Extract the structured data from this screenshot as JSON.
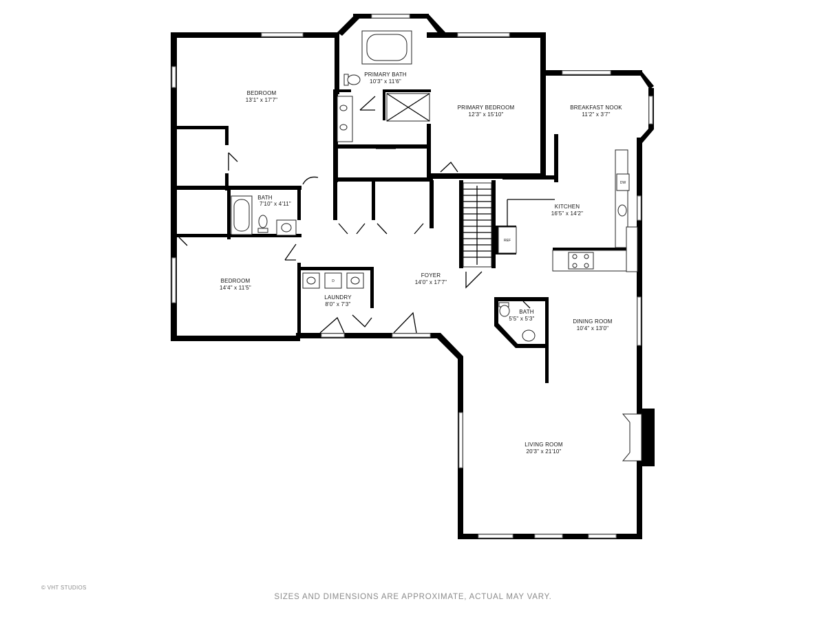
{
  "rooms": {
    "bedroom_1": {
      "name": "BEDROOM",
      "dims": "13'1\" x 17'7\""
    },
    "primary_bath": {
      "name": "PRIMARY BATH",
      "dims": "10'3\" x 11'6\""
    },
    "primary_bedroom": {
      "name": "PRIMARY BEDROOM",
      "dims": "12'3\" x 15'10\""
    },
    "breakfast_nook": {
      "name": "BREAKFAST NOOK",
      "dims": "11'2\" x 3'7\""
    },
    "bath_2": {
      "name": "BATH",
      "dims": "7'10\" x 4'11\""
    },
    "kitchen": {
      "name": "KITCHEN",
      "dims": "16'5\" x 14'2\""
    },
    "bedroom_2": {
      "name": "BEDROOM",
      "dims": "14'4\" x 11'5\""
    },
    "foyer": {
      "name": "FOYER",
      "dims": "14'0\" x 17'7\""
    },
    "laundry": {
      "name": "LAUNDRY",
      "dims": "8'0\" x 7'3\""
    },
    "half_bath": {
      "name": "BATH",
      "dims": "5'5\" x 5'3\""
    },
    "dining_room": {
      "name": "DINING ROOM",
      "dims": "10'4\" x 13'0\""
    },
    "living_room": {
      "name": "LIVING ROOM",
      "dims": "20'3\" x 21'10\""
    }
  },
  "appliances": {
    "dishwasher": "DW",
    "refrigerator": "REF",
    "dryer": "D"
  },
  "footer": {
    "credit": "© VHT STUDIOS",
    "disclaimer": "SIZES AND DIMENSIONS ARE APPROXIMATE, ACTUAL MAY VARY."
  },
  "colors": {
    "wall": "#000000",
    "footer_text": "#8a8a8a"
  }
}
